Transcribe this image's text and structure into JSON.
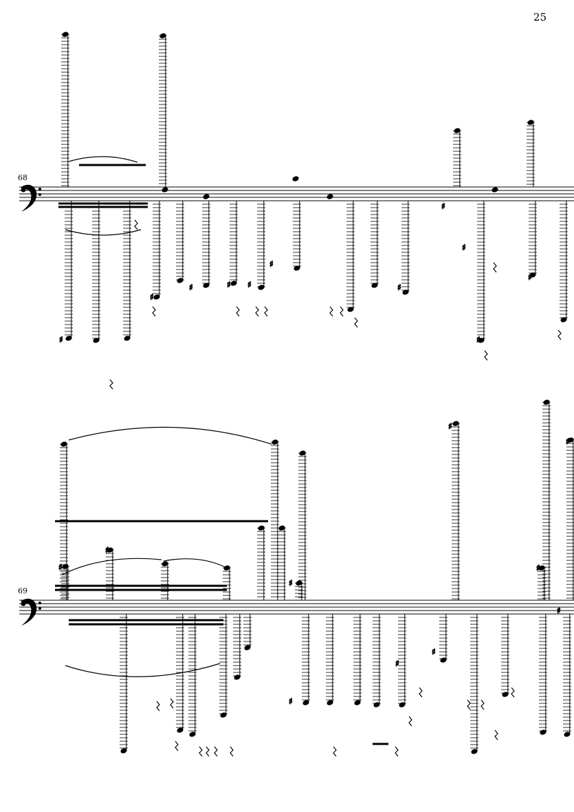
{
  "page": {
    "number": "25"
  },
  "systems": [
    {
      "measure": "68",
      "clef": "bass"
    },
    {
      "measure": "69",
      "clef": "bass"
    }
  ],
  "colors": {
    "ink": "#000000",
    "paper": "#ffffff"
  }
}
